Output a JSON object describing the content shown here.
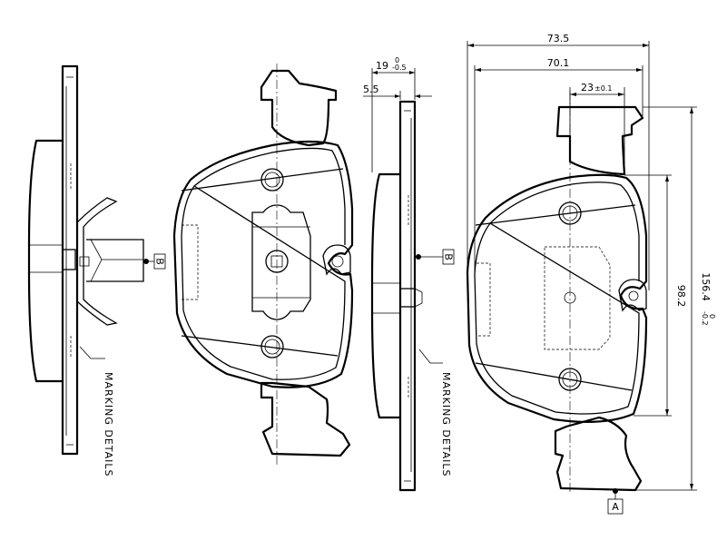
{
  "dimensions": {
    "overall_width": "73.5",
    "pad_width": "70.1",
    "offset": "23",
    "offset_tol": "±0.1",
    "thickness": "19",
    "thickness_upper": "0",
    "thickness_lower": "-0.5",
    "backplate": "5.5",
    "friction_height": "98.2",
    "overall_height": "156.4",
    "overall_height_upper": "0",
    "overall_height_lower": "-0.2"
  },
  "labels": {
    "datum_b": "B",
    "datum_a": "A",
    "marking_details": "MARKING DETAILS"
  },
  "colors": {
    "line": "#000000",
    "background": "#ffffff"
  }
}
